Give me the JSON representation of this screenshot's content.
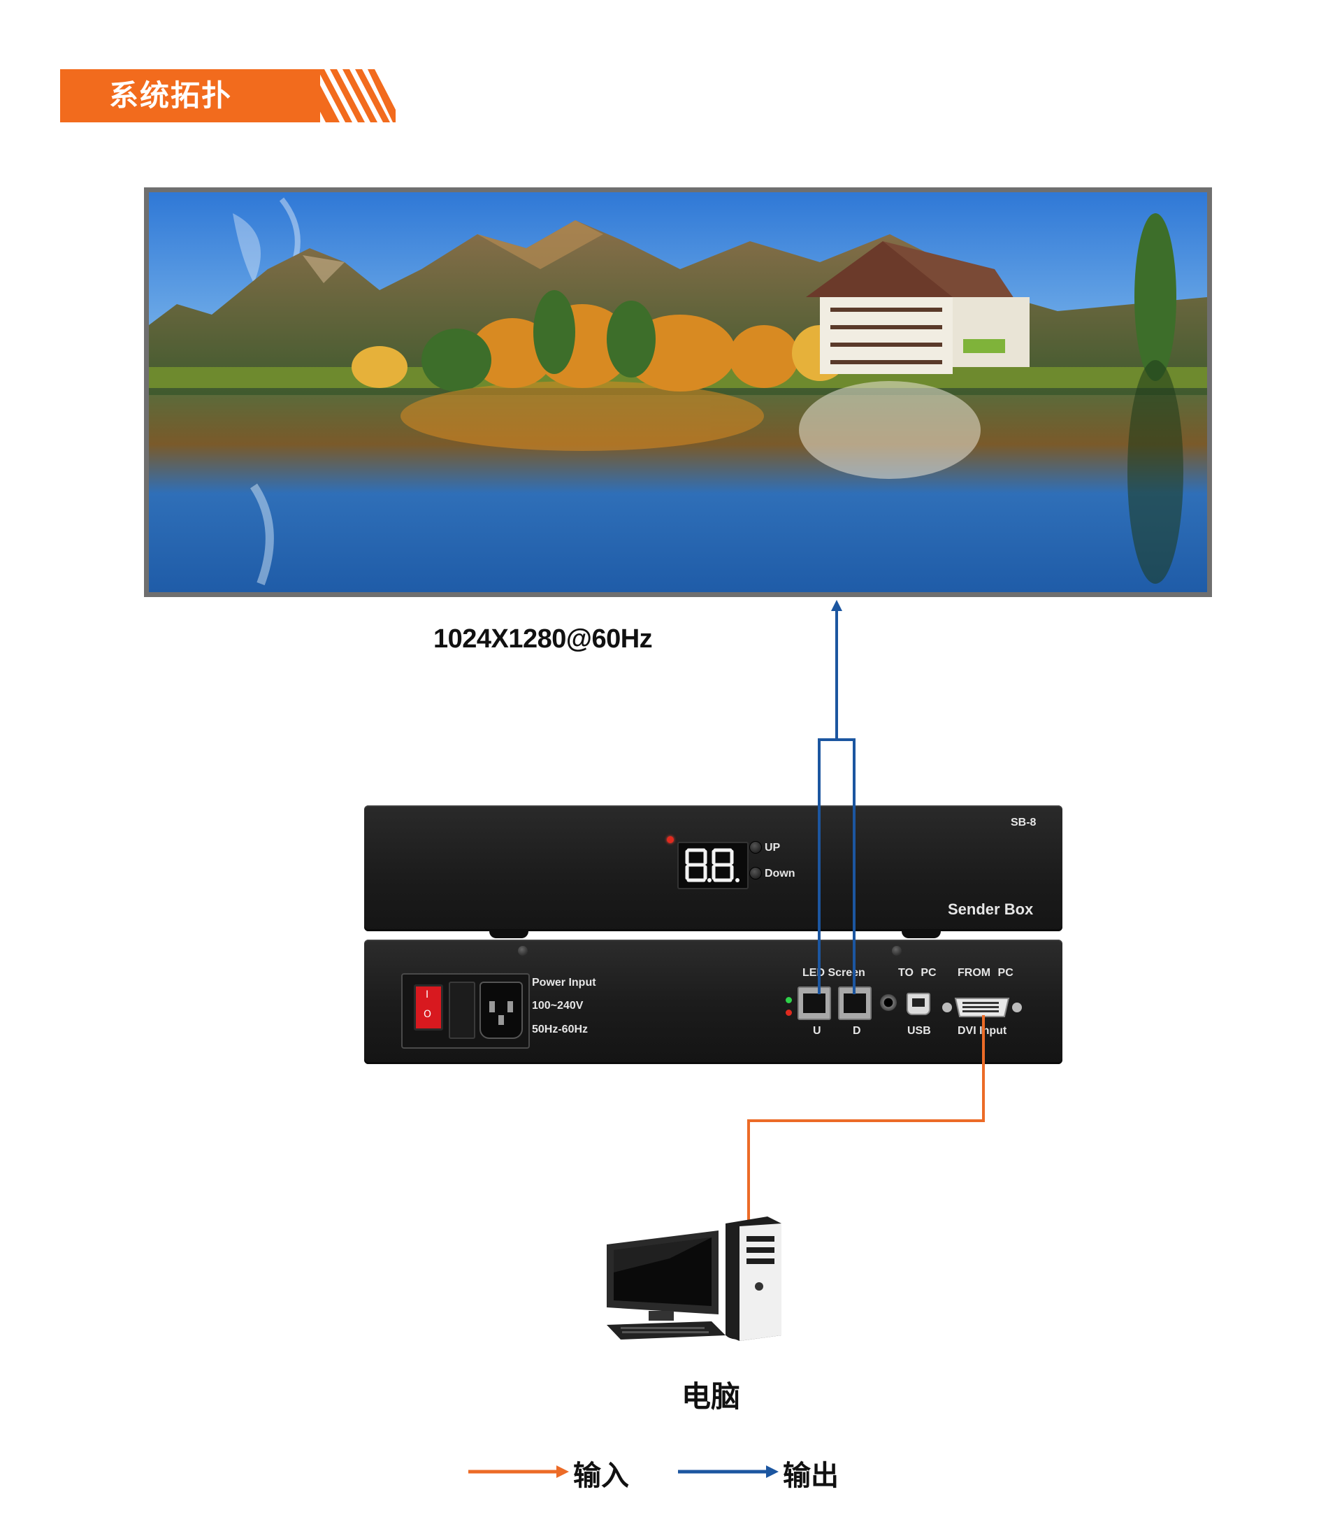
{
  "section": {
    "title": "系统拓扑"
  },
  "display": {
    "resolution": "1024X1280@60Hz"
  },
  "sender_box": {
    "model": "SB-8",
    "name": "Sender Box",
    "digits": "8.8.",
    "buttons": {
      "up": "UP",
      "down": "Down"
    },
    "power": {
      "label": "Power Input",
      "voltage": "100~240V",
      "frequency": "50Hz-60Hz"
    },
    "ports": {
      "led_screen": "LED Screen",
      "to_pc": "TO PC",
      "from_pc": "FROM PC",
      "port_u": "U",
      "port_d": "D",
      "usb": "USB",
      "dvi": "DVI Input"
    }
  },
  "computer": {
    "label": "电脑"
  },
  "legend": [
    {
      "label": "输入",
      "color": "#ec6b27"
    },
    {
      "label": "输出",
      "color": "#1c56a0"
    }
  ],
  "colors": {
    "accent": "#f26b1d",
    "input_line": "#ec6b27",
    "output_line": "#1c56a0"
  }
}
